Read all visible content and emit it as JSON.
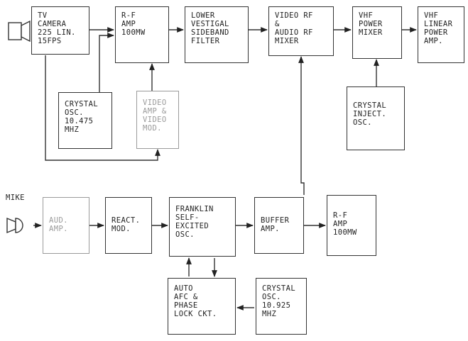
{
  "blocks": {
    "camera": {
      "lines": [
        "TV",
        "CAMERA",
        "225 LIN.",
        "15fps"
      ]
    },
    "rfamp1": {
      "lines": [
        "R-F",
        "AMP",
        "100mW"
      ]
    },
    "filter": {
      "lines": [
        "LOWER",
        "VESTIGAL",
        "SIDEBAND",
        "FILTER"
      ]
    },
    "mixer": {
      "lines": [
        "VIDEO RF",
        "&",
        "AUDIO RF",
        "MIXER"
      ]
    },
    "vhfmixer": {
      "lines": [
        "VHF",
        "POWER",
        "MIXER"
      ]
    },
    "linamp": {
      "lines": [
        "VHF",
        "LINEAR",
        "POWER",
        "AMP."
      ]
    },
    "xtal1": {
      "lines": [
        "CRYSTAL",
        "OSC.",
        "10.475",
        "MHz"
      ]
    },
    "videoamp": {
      "lines": [
        "VIDEO",
        "AMP &",
        "VIDEO",
        "MOD."
      ]
    },
    "xtalinj": {
      "lines": [
        "CRYSTAL",
        "INJECT.",
        "OSC."
      ]
    },
    "audamp": {
      "lines": [
        "AUD.",
        "AMP."
      ]
    },
    "react": {
      "lines": [
        "REACT.",
        "MOD."
      ]
    },
    "franklin": {
      "lines": [
        "FRANKLIN",
        "SELF-",
        "EXCITED",
        "OSC."
      ]
    },
    "buffer": {
      "lines": [
        "BUFFER",
        "AMP."
      ]
    },
    "rfamp2": {
      "lines": [
        "R-F",
        "AMP",
        "100mW"
      ]
    },
    "afc": {
      "lines": [
        "AUTO",
        "AFC &",
        "PHASE",
        "LOCK CKT."
      ]
    },
    "xtal2": {
      "lines": [
        "CRYSTAL",
        "OSC.",
        "10.925",
        "MHz"
      ]
    }
  },
  "mike_label": "MIKE"
}
